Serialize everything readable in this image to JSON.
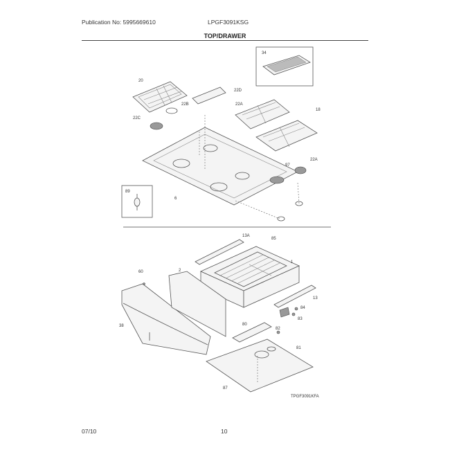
{
  "header": {
    "publication": "Publication No: 5995669610",
    "model": "LPGF3091KSG",
    "section_title": "TOP/DRAWER"
  },
  "footer": {
    "date": "07/10",
    "page": "10"
  },
  "diagram": {
    "figure_code": "TPGF3091KFA",
    "part_labels": {
      "p34": "34",
      "p20": "20",
      "p22d": "22D",
      "p22b": "22B",
      "p22c": "22C",
      "p22a_top": "22A",
      "p18": "18",
      "p97": "97",
      "p22a": "22A",
      "p6": "6",
      "p89": "89",
      "p13a": "13A",
      "p85": "85",
      "p1": "1",
      "p60": "60",
      "p2": "2",
      "p38": "38",
      "p13": "13",
      "p84": "84",
      "p83": "83",
      "p82": "82",
      "p80": "80",
      "p81": "81",
      "p87": "87"
    }
  }
}
